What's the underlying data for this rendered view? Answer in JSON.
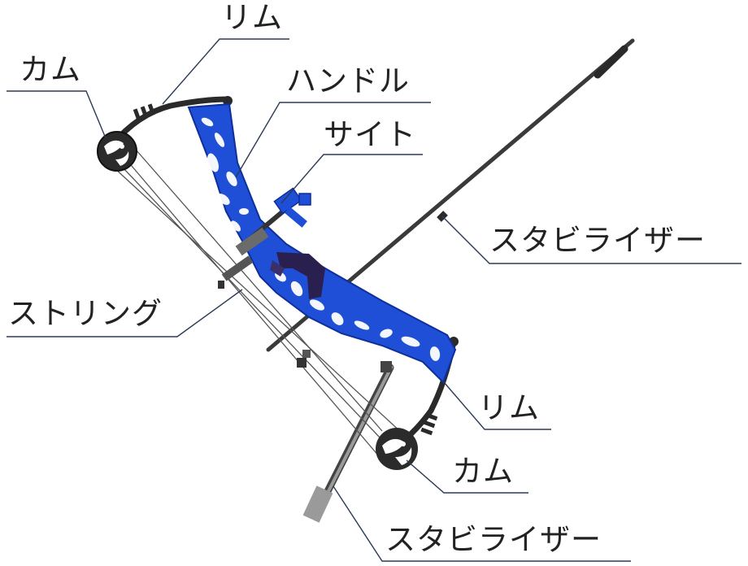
{
  "labels": {
    "limb_top": "リム",
    "cam_top": "カム",
    "handle": "ハンドル",
    "sight": "サイト",
    "stabilizer_long": "スタビライザー",
    "string": "ストリング",
    "limb_bottom": "リム",
    "cam_bottom": "カム",
    "stabilizer_short": "スタビライザー"
  },
  "colors": {
    "riser": "#1f4fd6",
    "riser_dark": "#0f2f9a",
    "limb": "#2a2a2a",
    "cam": "#2b2b2b",
    "string": "#555555",
    "stabilizer": "#3a3a3a",
    "stabilizer_short": "#777777",
    "leader": "#2b3a55",
    "text": "#222222"
  }
}
